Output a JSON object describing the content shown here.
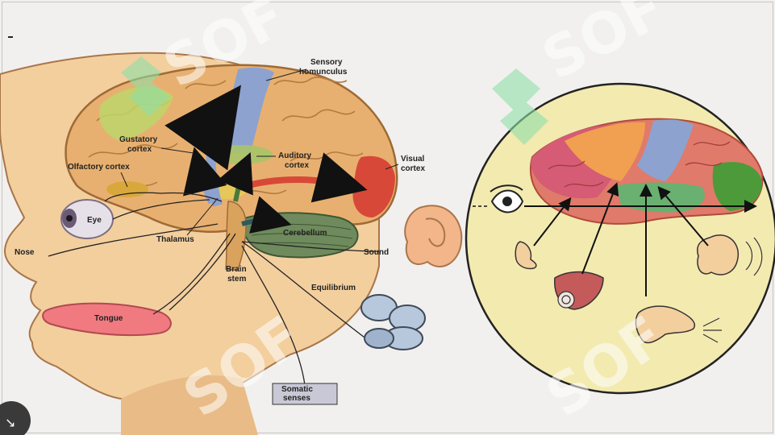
{
  "labels": {
    "sensory_homunculus_1": "Sensory",
    "sensory_homunculus_2": "homunculus",
    "gustatory_1": "Gustatory",
    "gustatory_2": "cortex",
    "auditory_1": "Auditory",
    "auditory_2": "cortex",
    "visual_1": "Visual",
    "visual_2": "cortex",
    "olfactory": "Olfactory cortex",
    "eye": "Eye",
    "thalamus": "Thalamus",
    "cerebellum": "Cerebellum",
    "nose": "Nose",
    "sound": "Sound",
    "brain_stem_1": "Brain",
    "brain_stem_2": "stem",
    "equilibrium": "Equilibrium",
    "tongue": "Tongue",
    "somatic_1": "Somatic",
    "somatic_2": "senses"
  },
  "watermark": "SOF",
  "colors": {
    "brain_orange": "#e8b070",
    "somatosensory_blue": "#8da2cf",
    "visual_red": "#d84838",
    "gustatory_green": "#bcd66a",
    "cerebellum_green": "#6f8a5c",
    "skin": "#f3cf9e",
    "circle_fill": "#f3eab0",
    "lips_pink": "#f07a80"
  }
}
